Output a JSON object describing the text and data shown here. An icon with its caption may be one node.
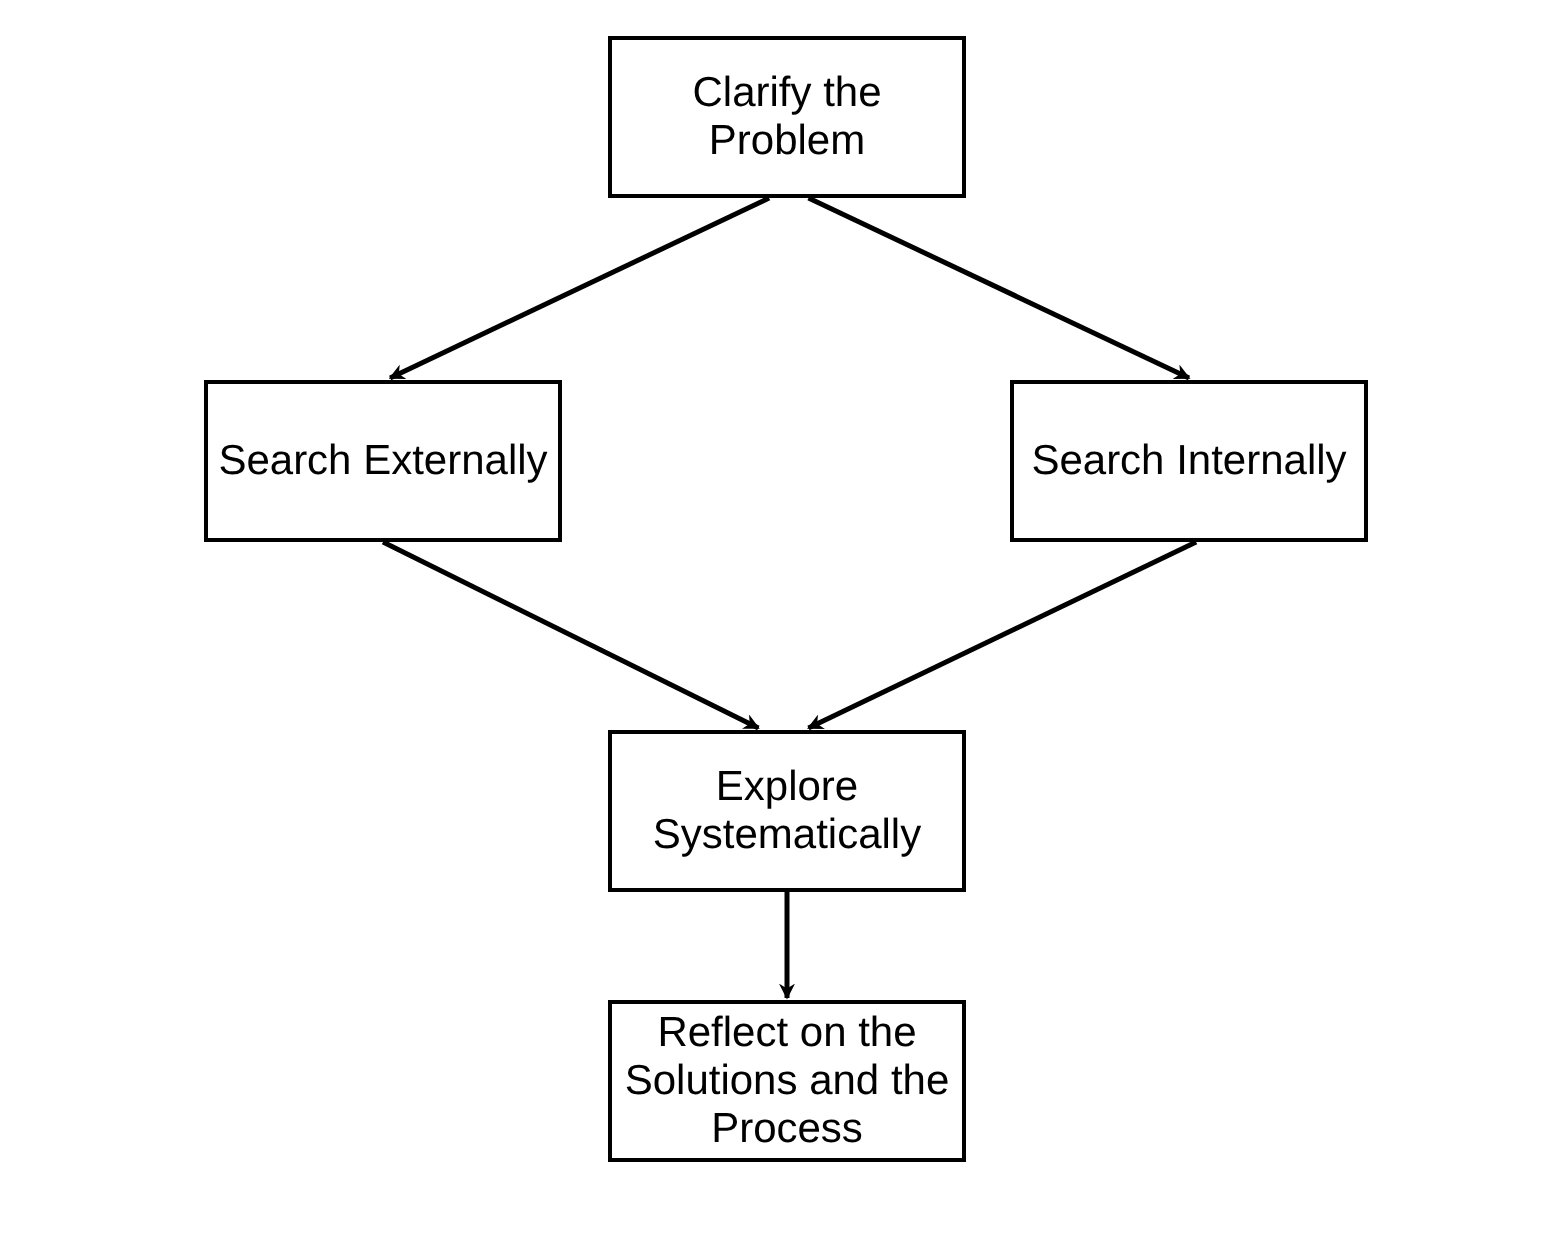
{
  "diagram": {
    "nodes": [
      {
        "text": [
          "Clarify the Problem"
        ]
      },
      {
        "text": [
          "Search Externally"
        ]
      },
      {
        "text": [
          "Search Internally"
        ]
      },
      {
        "text": [
          "Explore Systematically"
        ]
      },
      {
        "text": [
          "Reflect on the Solutions and the Process"
        ]
      }
    ],
    "edges": [
      {
        "from": 0,
        "to": 1,
        "arrow": "to"
      },
      {
        "from": 0,
        "to": 2,
        "arrow": "to"
      },
      {
        "from": 1,
        "to": 3,
        "arrow": "to"
      },
      {
        "from": 2,
        "to": 3,
        "arrow": "to"
      },
      {
        "from": 3,
        "to": 4,
        "arrow": "to"
      }
    ]
  }
}
